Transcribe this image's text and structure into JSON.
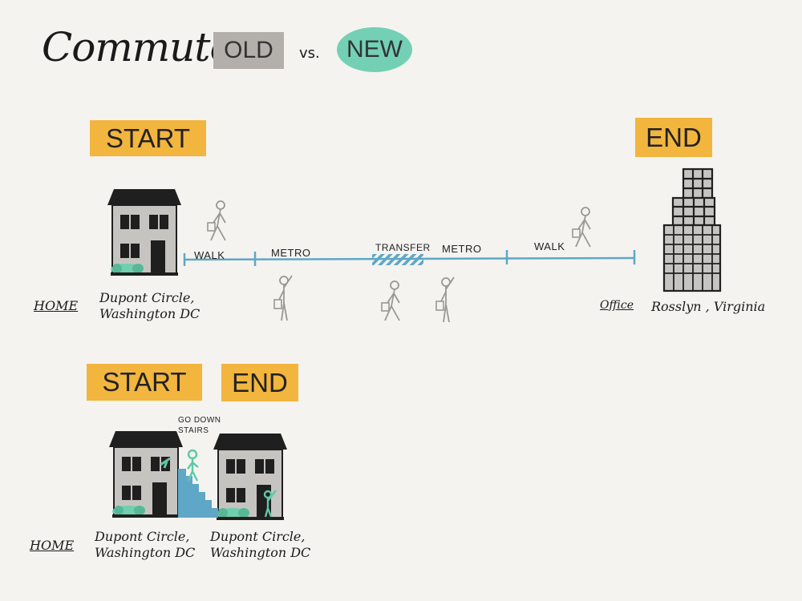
{
  "title": "Commute:",
  "tags": {
    "old": "OLD",
    "vs": "vs.",
    "new": "NEW"
  },
  "old_route": {
    "start": "START",
    "end": "END",
    "home_label": "HOME",
    "home_location": "Dupont Circle,\nWashington DC",
    "office_label": "Office",
    "office_location": "Rosslyn , Virginia",
    "segments": [
      "WALK",
      "METRO",
      "TRANSFER",
      "METRO",
      "WALK"
    ]
  },
  "new_route": {
    "start": "START",
    "end": "END",
    "home_label": "HOME",
    "action": "GO DOWN\nSTAIRS",
    "start_location": "Dupont Circle,\nWashington DC",
    "end_location": "Dupont Circle,\nWashington DC"
  },
  "colors": {
    "accent_yellow": "#f2b53e",
    "line_blue": "#5fa7c6",
    "new_green": "#73d0b5",
    "old_gray": "#b3b0ab"
  }
}
